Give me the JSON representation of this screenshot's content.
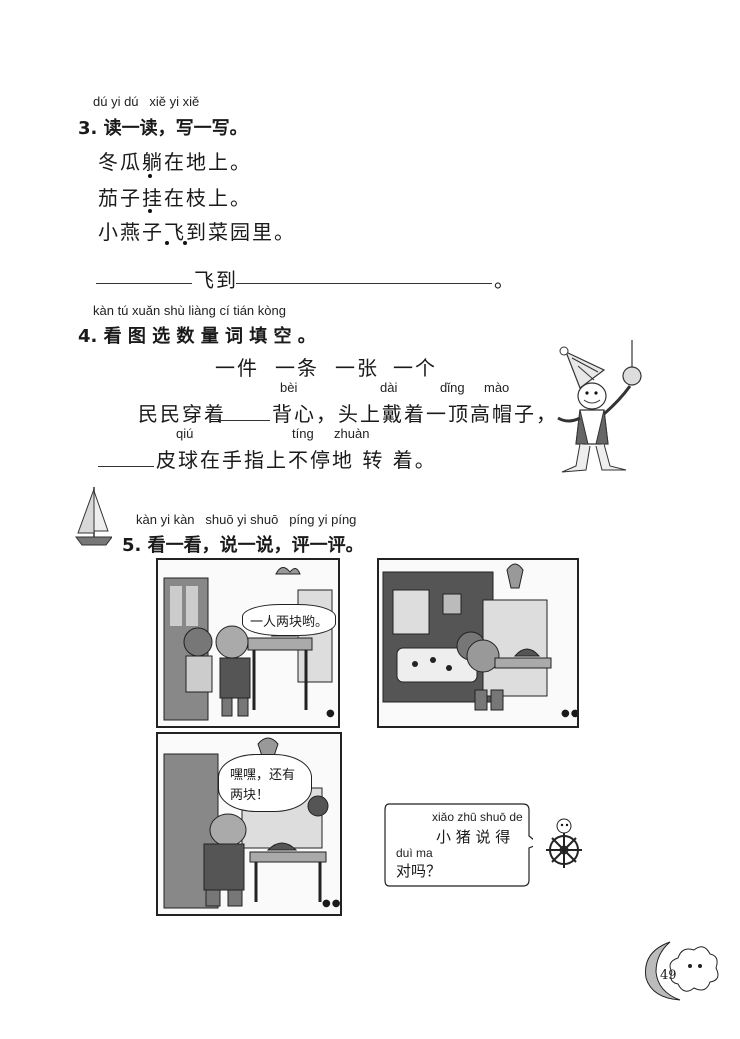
{
  "q3": {
    "pinyin": "dú yi dú   xiě yi xiě",
    "title": "3. 读一读，写一写。",
    "lines": [
      "冬瓜躺在地上。",
      "茄子挂在枝上。",
      "小燕子飞到菜园里。"
    ],
    "blank_word": "飞到",
    "blank_end": "。"
  },
  "q4": {
    "pinyin": "kàn tú xuǎn shù liàng cí tián kòng",
    "title": "4. 看 图 选 数 量 词 填 空 。",
    "options": [
      "一件",
      "一条",
      "一张",
      "一个"
    ],
    "s1_pinyin": {
      "bei": "bèi",
      "dai": "dài",
      "ding": "dǐng",
      "mao": "mào"
    },
    "s1_a": "民民穿着",
    "s1_b": "背心，头上戴着一顶高帽子，",
    "s2_pinyin": {
      "qiu": "qiú",
      "ting": "tíng",
      "zhuan": "zhuàn"
    },
    "s2": "皮球在手指上不停地 转 着。"
  },
  "q5": {
    "pinyin": "kàn yi kàn   shuō yi shuō   píng yi píng",
    "title": "5. 看一看，说一说，评一评。",
    "panel1_bubble": "一人两块哟。",
    "panel3_bubble_line1": "嘿嘿，还有",
    "panel3_bubble_line2": "两块！",
    "question_pinyin1": "xiǎo zhū shuō de",
    "question_line1": "小 猪 说 得",
    "question_pinyin2": "duì ma",
    "question_line2": "对吗？"
  },
  "page_number": "49"
}
